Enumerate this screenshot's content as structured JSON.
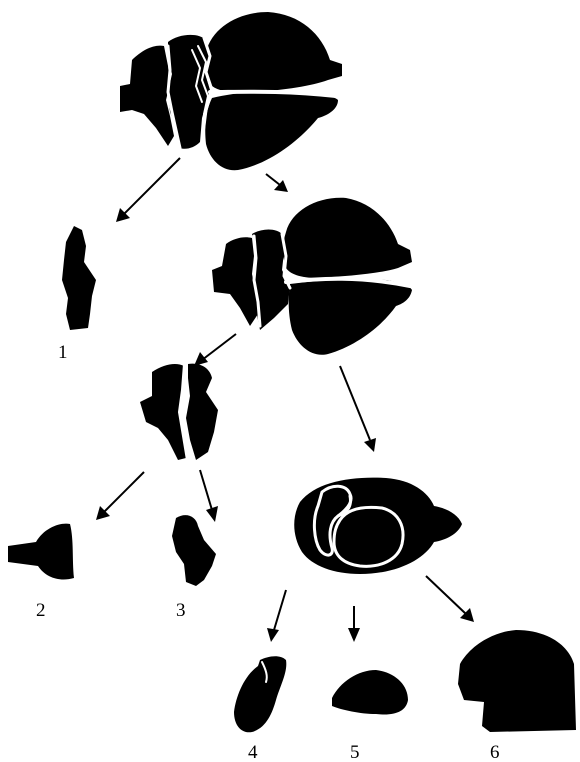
{
  "colors": {
    "background": "#ffffff",
    "shape": "#000000",
    "seam": "#ffffff"
  },
  "labels": {
    "piece_1": "1",
    "piece_2": "2",
    "piece_3": "3",
    "piece_4": "4",
    "piece_5": "5",
    "piece_6": "6"
  }
}
